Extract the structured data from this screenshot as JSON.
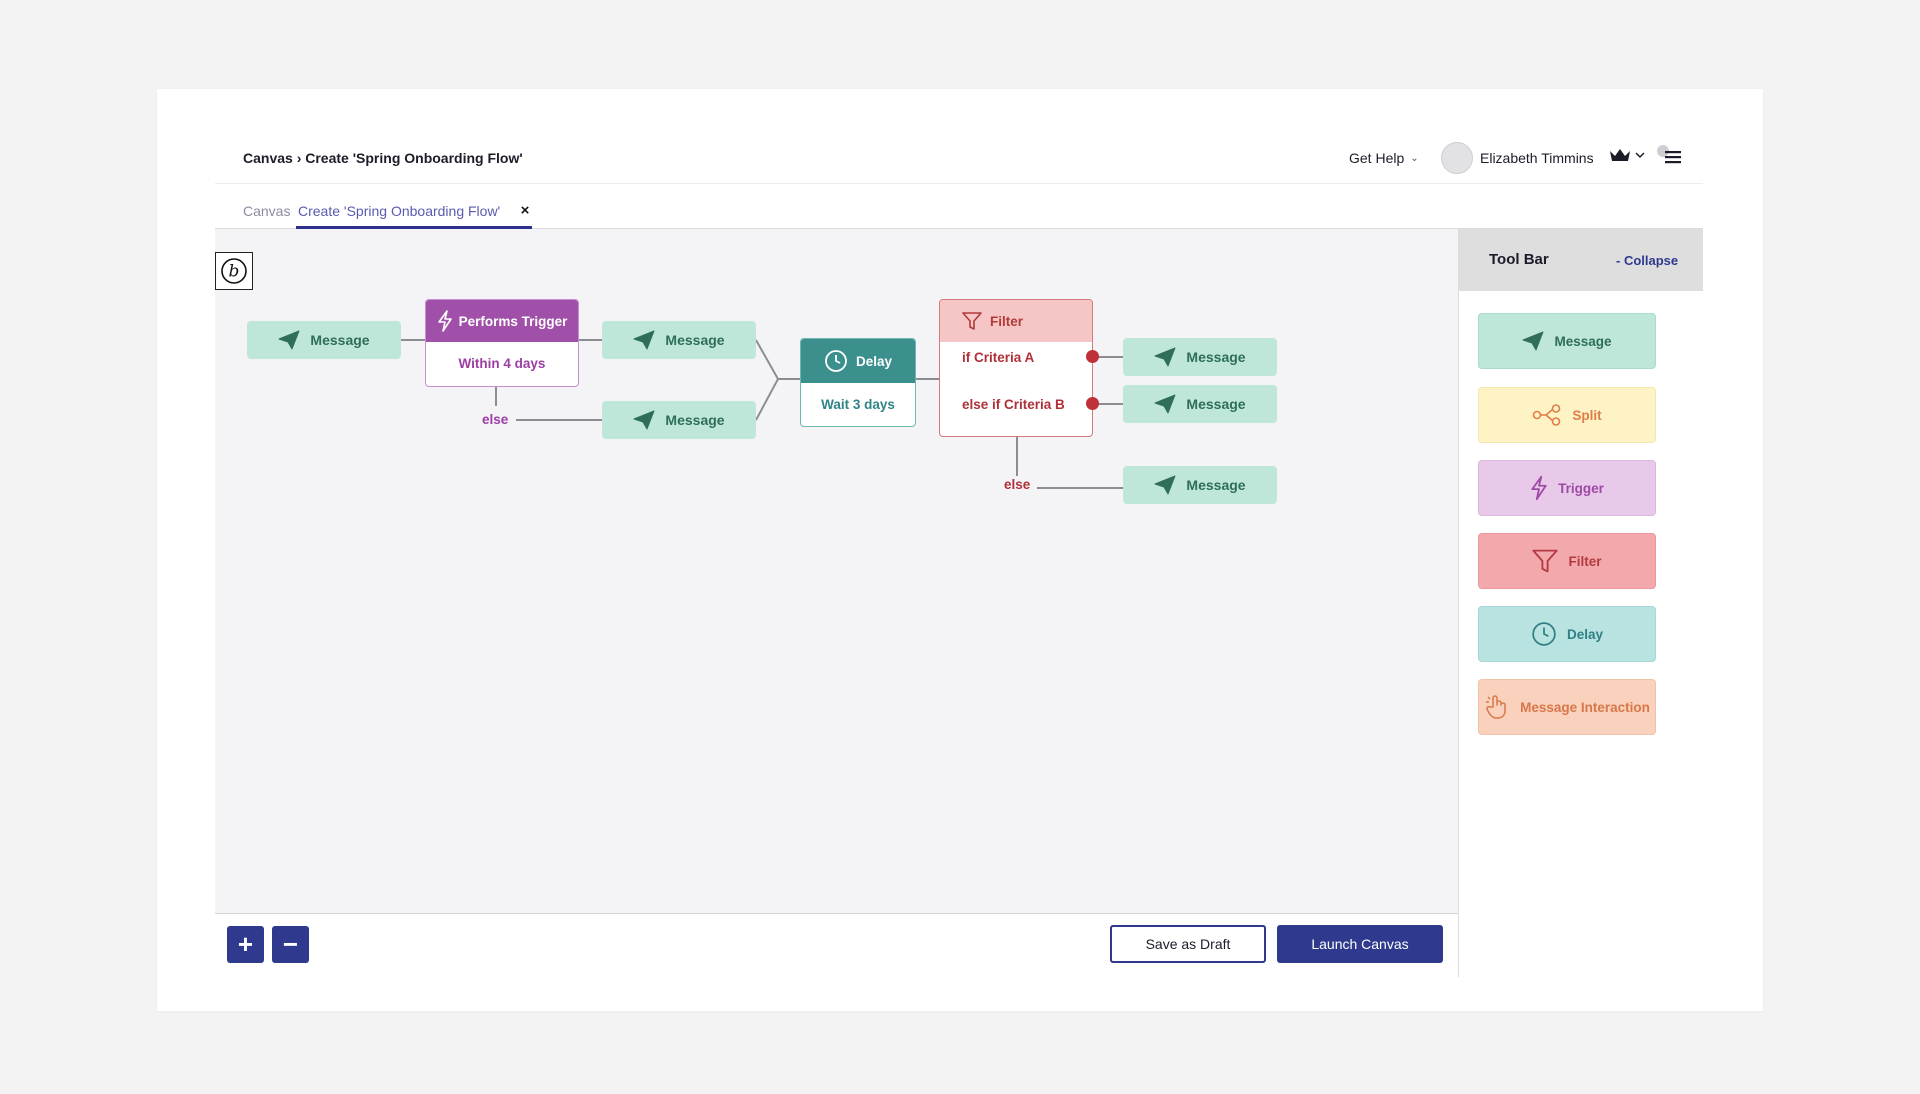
{
  "header": {
    "breadcrumb": "Canvas › Create 'Spring Onboarding Flow'",
    "help_label": "Get Help",
    "user_name": "Elizabeth Timmins"
  },
  "tabs": {
    "canvas": "Canvas",
    "active": "Create 'Spring Onboarding Flow'",
    "close": "×"
  },
  "flow": {
    "message_label": "Message",
    "trigger": {
      "title": "Performs Trigger",
      "body": "Within 4 days"
    },
    "delay": {
      "title": "Delay",
      "body": "Wait 3 days"
    },
    "filter": {
      "title": "Filter",
      "criteria_a": "if Criteria A",
      "criteria_b": "else if Criteria B"
    },
    "else_label": "else"
  },
  "controls": {
    "zoom_in": "+",
    "zoom_out": "−",
    "save_draft": "Save as Draft",
    "launch": "Launch Canvas"
  },
  "toolbar": {
    "title": "Tool Bar",
    "collapse": "- Collapse",
    "tools": {
      "message": "Message",
      "split": "Split",
      "trigger": "Trigger",
      "filter": "Filter",
      "delay": "Delay",
      "interaction": "Message Interaction"
    }
  },
  "icons": {
    "message": "paper-plane-icon",
    "split": "split-icon",
    "trigger": "lightning-icon",
    "filter": "funnel-icon",
    "delay": "clock-icon",
    "interaction": "hand-pointer-icon",
    "logo": "braze-logo-icon"
  },
  "colors": {
    "accent": "#2f3a8f",
    "message": "#bfe7d9",
    "trigger": "#a050a8",
    "delay": "#3b8f8d",
    "filter": "#f6c6c6",
    "filter_dot": "#c0303a"
  }
}
